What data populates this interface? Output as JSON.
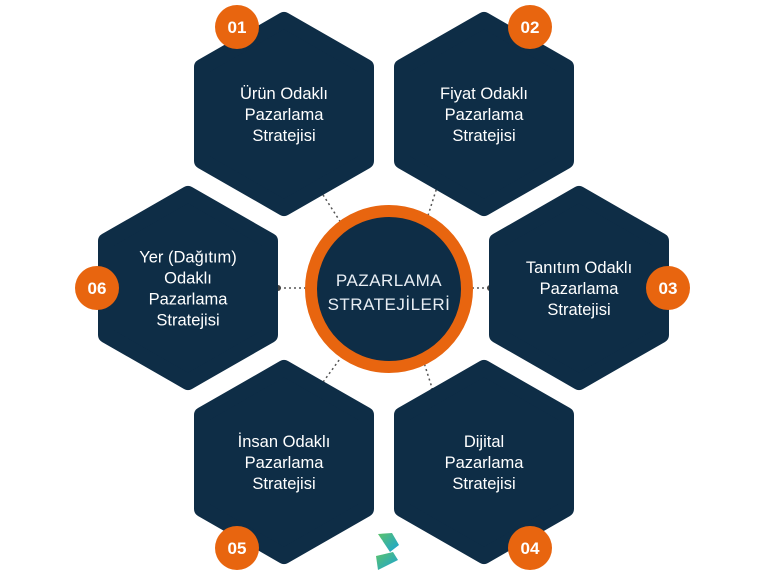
{
  "colors": {
    "navy": "#0e2d46",
    "orange": "#e8650f",
    "connector": "#555555"
  },
  "center": {
    "lines": [
      "PAZARLAMA",
      "STRATEJİLERİ"
    ]
  },
  "strategies": [
    {
      "number": "01",
      "lines": [
        "Ürün Odaklı",
        "Pazarlama",
        "Stratejisi"
      ]
    },
    {
      "number": "02",
      "lines": [
        "Fiyat Odaklı",
        "Pazarlama",
        "Stratejisi"
      ]
    },
    {
      "number": "03",
      "lines": [
        "Tanıtım Odaklı",
        "Pazarlama",
        "Stratejisi"
      ]
    },
    {
      "number": "04",
      "lines": [
        "Dijital",
        "Pazarlama",
        "Stratejisi"
      ]
    },
    {
      "number": "05",
      "lines": [
        "İnsan Odaklı",
        "Pazarlama",
        "Stratejisi"
      ]
    },
    {
      "number": "06",
      "lines": [
        "Yer (Dağıtım)",
        "Odaklı",
        "Pazarlama",
        "Stratejisi"
      ]
    }
  ],
  "logo": {
    "name": "brand-logo"
  }
}
